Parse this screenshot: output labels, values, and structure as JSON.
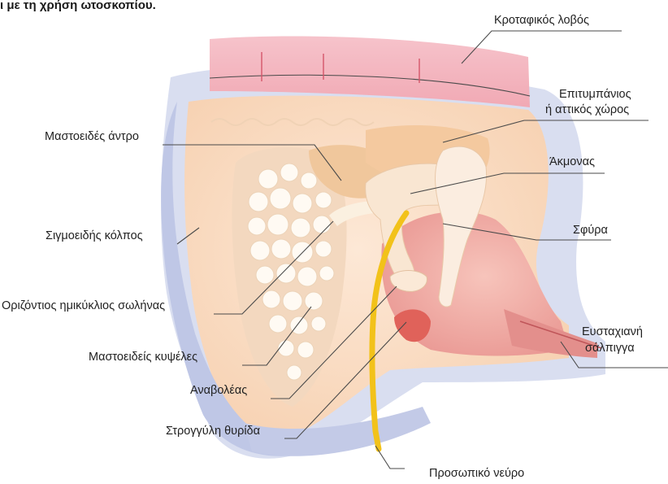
{
  "caption": "ι με τη χρήση ωτοσκοπίου.",
  "labels": {
    "temporal_lobe": "Κροταφικός λοβός",
    "epitympanic_1": "Επιτυμπάνιος",
    "epitympanic_2": "ή αττικός χώρος",
    "mastoid_antrum": "Μαστοειδές άντρο",
    "incus": "Άκμονας",
    "sigmoid_sinus": "Σιγμοειδής κόλπος",
    "malleus": "Σφύρα",
    "semicircular_canal": "Οριζόντιος ημικύκλιος σωλήνας",
    "eustachian_1": "Ευσταχιανή",
    "eustachian_2": "σάλπιγγα",
    "mastoid_cells": "Μαστοειδείς κυψέλες",
    "stapes": "Αναβολέας",
    "round_window": "Στρογγύλη θυρίδα",
    "facial_nerve": "Προσωπικό νεύρο"
  },
  "colors": {
    "bone_peach": "#f9dcc4",
    "cavity_pink": "#f2a9a3",
    "sinus_blue": "#c5cde8",
    "brain_pink": "#f3b6c0",
    "nerve_yellow": "#f2c21a",
    "ossicle_cream": "#fbe9d7"
  }
}
